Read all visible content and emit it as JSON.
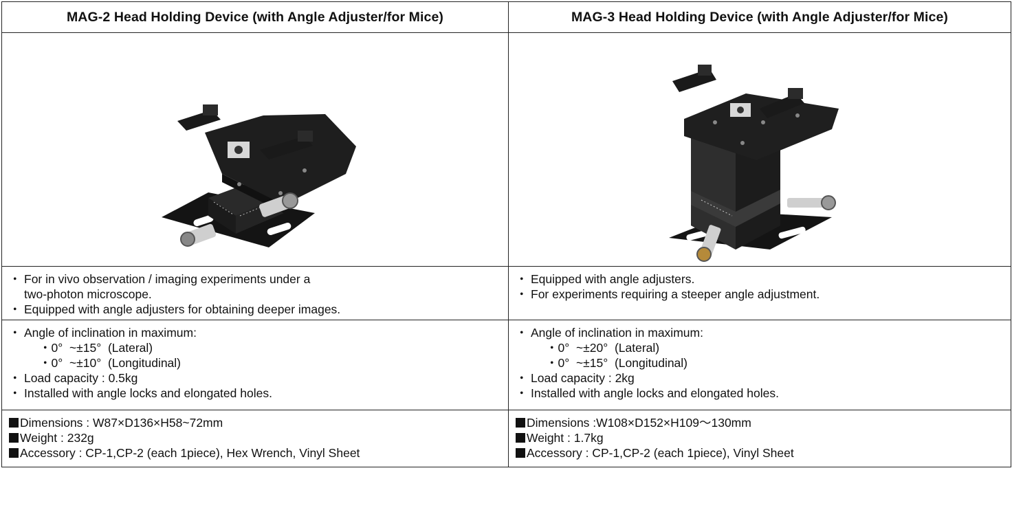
{
  "columns": [
    {
      "header": "MAG-2 Head Holding Device (with Angle Adjuster/for Mice)",
      "features": [
        "For in vivo observation / imaging experiments under a",
        "two-photon microscope.",
        "Equipped with angle adjusters for obtaining deeper images."
      ],
      "specs": {
        "title": "Angle of inclination in maximum:",
        "lateral": "0°  ~±15°  (Lateral)",
        "longitudinal": "0°  ~±10°  (Longitudinal)",
        "load": "Load capacity : 0.5kg",
        "locks": "Installed with angle locks and elongated holes."
      },
      "dims": {
        "dimensions": "Dimensions : W87×D136×H58~72mm",
        "weight": "Weight : 232g",
        "accessory": "Accessory : CP-1,CP-2 (each 1piece), Hex Wrench, Vinyl Sheet"
      },
      "image_icon": "mag2-device-photo"
    },
    {
      "header": "MAG-3 Head Holding Device (with Angle Adjuster/for Mice)",
      "features": [
        "Equipped with angle adjusters.",
        "For experiments requiring a steeper angle adjustment."
      ],
      "specs": {
        "title": "Angle of inclination in maximum:",
        "lateral": "0°  ~±20°  (Lateral)",
        "longitudinal": "0°  ~±15°  (Longitudinal)",
        "load": "Load capacity : 2kg",
        "locks": "Installed with angle locks and elongated holes."
      },
      "dims": {
        "dimensions": "Dimensions :W108×D152×H109～130mm",
        "weight": "Weight : 1.7kg",
        "accessory": "Accessory : CP-1,CP-2 (each 1piece), Vinyl Sheet"
      },
      "image_icon": "mag3-device-photo"
    }
  ],
  "bullet_char": "・"
}
